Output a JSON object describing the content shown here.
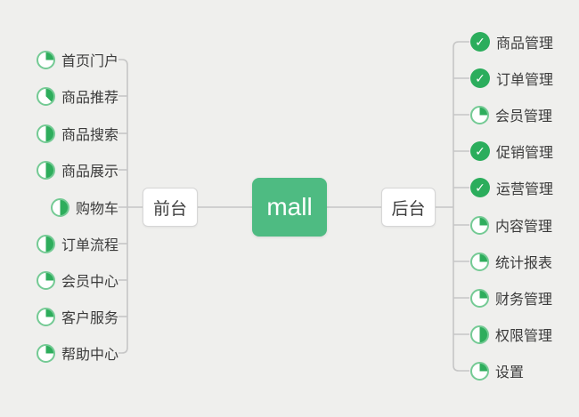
{
  "center": {
    "label": "mall"
  },
  "branches": {
    "front": {
      "label": "前台",
      "items": [
        {
          "label": "首页门户",
          "icon": "pie-25"
        },
        {
          "label": "商品推荐",
          "icon": "pie-37"
        },
        {
          "label": "商品搜索",
          "icon": "pie-50"
        },
        {
          "label": "商品展示",
          "icon": "pie-50"
        },
        {
          "label": "购物车",
          "icon": "pie-50"
        },
        {
          "label": "订单流程",
          "icon": "pie-50"
        },
        {
          "label": "会员中心",
          "icon": "pie-25"
        },
        {
          "label": "客户服务",
          "icon": "pie-25"
        },
        {
          "label": "帮助中心",
          "icon": "pie-25"
        }
      ]
    },
    "back": {
      "label": "后台",
      "items": [
        {
          "label": "商品管理",
          "icon": "check"
        },
        {
          "label": "订单管理",
          "icon": "check"
        },
        {
          "label": "会员管理",
          "icon": "pie-25"
        },
        {
          "label": "促销管理",
          "icon": "check"
        },
        {
          "label": "运营管理",
          "icon": "check"
        },
        {
          "label": "内容管理",
          "icon": "pie-25"
        },
        {
          "label": "统计报表",
          "icon": "pie-25"
        },
        {
          "label": "财务管理",
          "icon": "pie-25"
        },
        {
          "label": "权限管理",
          "icon": "pie-50"
        },
        {
          "label": "设置",
          "icon": "pie-25"
        }
      ]
    }
  },
  "colors": {
    "background": "#EFEFED",
    "root_node_green": "#4EBB82",
    "icon_fill_green": "#2EAD5C",
    "icon_ring_green": "#74CA94",
    "connector_gray": "#C6C6C6",
    "text_dark": "#3B3B3B"
  }
}
